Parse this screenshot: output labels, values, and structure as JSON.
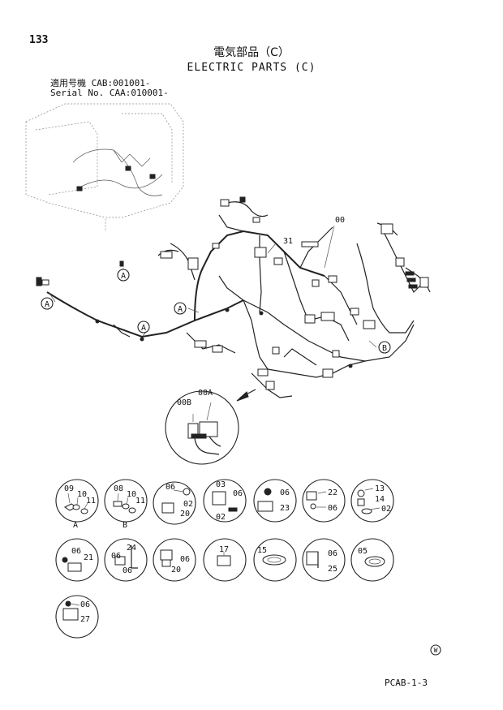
{
  "page_number": "133",
  "title_jp": "電気部品（C）",
  "title_en": "ELECTRIC PARTS (C)",
  "serial_jp": "適用号機 CAB:001001-",
  "serial_en": "Serial No. CAA:010001-",
  "doc_code": "PCAB-1-3",
  "mark_w": "W",
  "callouts": {
    "c31": "31",
    "c00": "00",
    "c00a": "00A",
    "c00b": "00B",
    "refA": "A",
    "refB": "B"
  },
  "detail_circles": [
    {
      "labels": [
        "09",
        "10",
        "11"
      ],
      "ref": "A"
    },
    {
      "labels": [
        "08",
        "10",
        "11"
      ],
      "ref": "B"
    },
    {
      "labels": [
        "06",
        "02",
        "20"
      ]
    },
    {
      "labels": [
        "03",
        "06",
        "02"
      ]
    },
    {
      "labels": [
        "06",
        "23"
      ]
    },
    {
      "labels": [
        "22",
        "06"
      ]
    },
    {
      "labels": [
        "13",
        "14",
        "02"
      ]
    },
    {
      "labels": [
        "06",
        "21"
      ]
    },
    {
      "labels": [
        "24",
        "06",
        "06"
      ]
    },
    {
      "labels": [
        "06",
        "20"
      ]
    },
    {
      "labels": [
        "17"
      ]
    },
    {
      "labels": [
        "15"
      ]
    },
    {
      "labels": [
        "06",
        "25"
      ]
    },
    {
      "labels": [
        "05"
      ]
    },
    {
      "labels": [
        "06",
        "27"
      ]
    }
  ],
  "colors": {
    "ink": "#111111",
    "background": "#ffffff"
  }
}
